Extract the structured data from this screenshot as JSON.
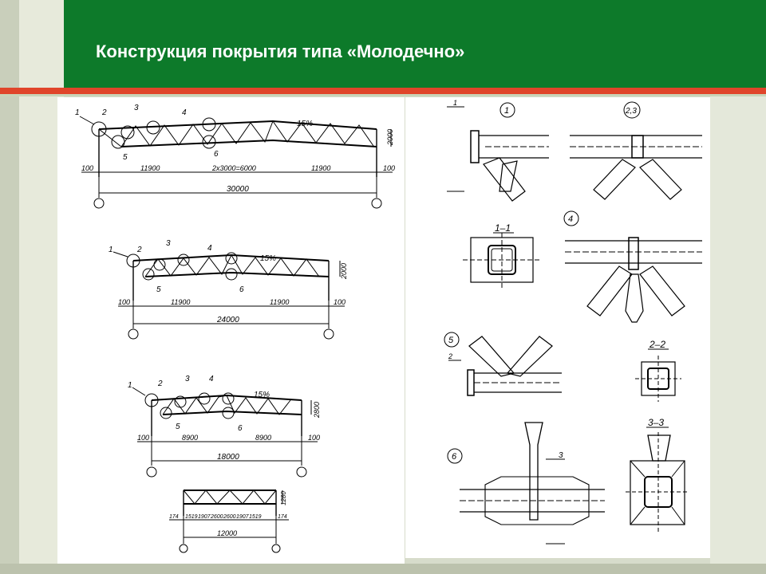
{
  "slide": {
    "title": "Конструкция покрытия типа «Молодечно»"
  },
  "truss1": {
    "nodes": [
      "1",
      "2",
      "3",
      "4",
      "5",
      "6"
    ],
    "slope": "15%",
    "height": "2000",
    "dims": [
      "100",
      "11900",
      "2x3000=6000",
      "11900",
      "100"
    ],
    "span": "30000"
  },
  "truss2": {
    "nodes": [
      "1",
      "2",
      "3",
      "4",
      "5",
      "6"
    ],
    "slope": "15%",
    "height": "2000",
    "dims": [
      "100",
      "11900",
      "11900",
      "100"
    ],
    "span": "24000"
  },
  "truss3": {
    "nodes": [
      "1",
      "2",
      "3",
      "4",
      "5",
      "6"
    ],
    "slope": "15%",
    "height": "2800",
    "dims": [
      "100",
      "8900",
      "8900",
      "100"
    ],
    "span": "18000"
  },
  "truss4": {
    "height": "1280",
    "dims": [
      "174",
      "1519",
      "1907",
      "2600",
      "2600",
      "1907",
      "1519",
      "174"
    ],
    "span": "12000"
  },
  "details": {
    "d1": "1",
    "d23": "2,3",
    "d4": "4",
    "d5": "5",
    "d6": "6",
    "s11": "1–1",
    "s22": "2–2",
    "s33": "3–3",
    "cut1": "1",
    "cut2": "2",
    "cut3": "3"
  }
}
